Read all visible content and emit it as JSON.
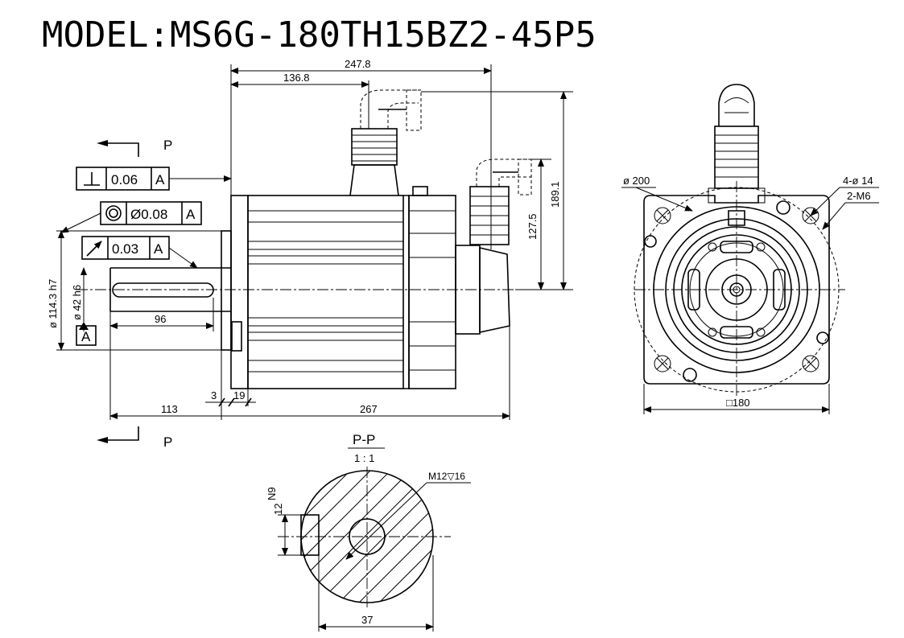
{
  "title": "MODEL:MS6G-180TH15BZ2-45P5",
  "section_view": {
    "name": "P-P",
    "scale": "1 : 1"
  },
  "view_markers": {
    "top": "P",
    "bottom": "P"
  },
  "tolerances": {
    "perpendicularity": {
      "value": "0.06",
      "datum": "A"
    },
    "concentricity": {
      "value": "Ø0.08",
      "datum": "A"
    },
    "runout": {
      "value": "0.03",
      "datum": "A"
    }
  },
  "datum_label": "A",
  "dimensions": {
    "overall_length": "247.8",
    "connector_offset": "136.8",
    "total_height": "189.1",
    "connector_height": "127.5",
    "pilot_diameter": "ø 114.3  h7",
    "shaft_diameter": "ø 42 h6",
    "shaft_key_length": "96",
    "flange_thickness": "3",
    "flange_offset": "19",
    "shaft_length": "113",
    "body_length": "267",
    "bolt_circle": "ø 200",
    "mount_holes": "4-ø 14",
    "tapped_holes": "2-M6",
    "flange_square": "□180",
    "shaft_thread": "M12▽16",
    "key_height": "12",
    "key_tolerance": "N9",
    "section_width": "37"
  }
}
